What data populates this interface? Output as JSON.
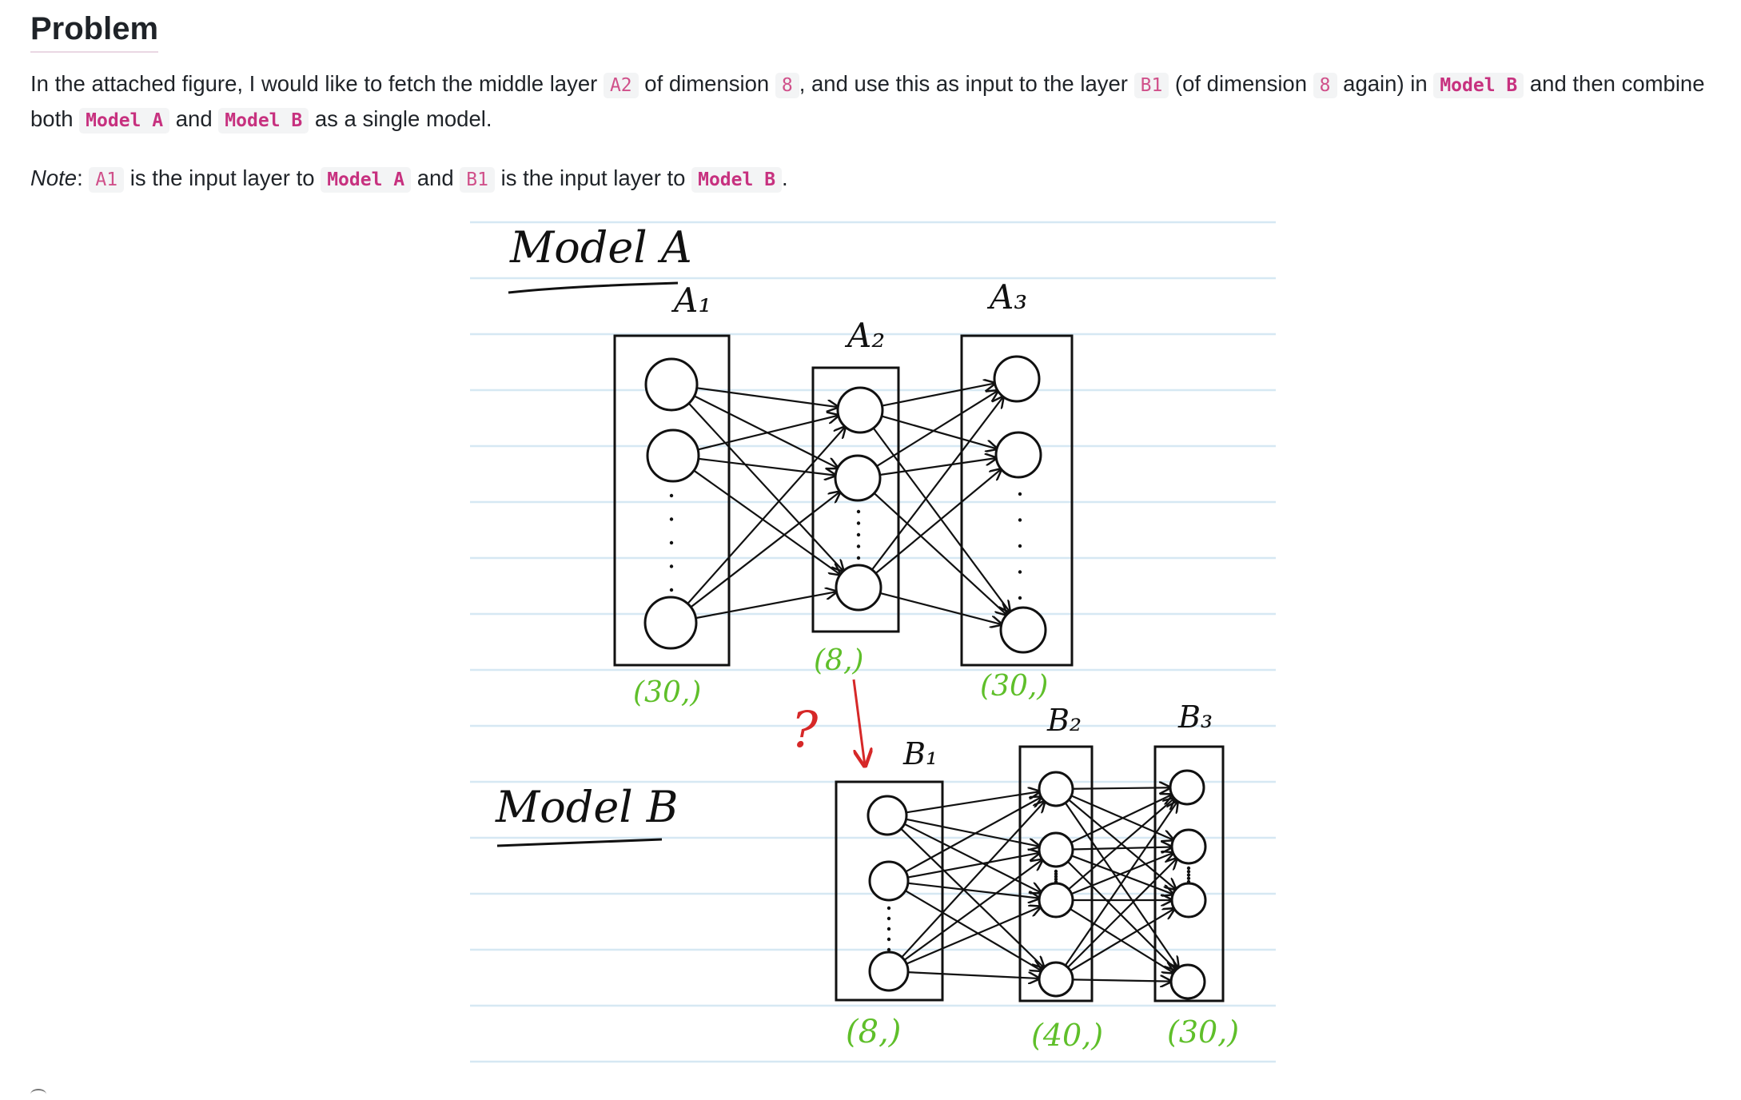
{
  "heading": "Problem",
  "paragraph1": {
    "t1": "In the attached figure, I would like to fetch the middle layer ",
    "c1": "A2",
    "t2": " of dimension ",
    "c2": "8",
    "t3": ", and use this as input to the layer ",
    "c3": "B1",
    "t4": " (of dimension ",
    "c4": "8",
    "t5": " again) in ",
    "c5": "Model B",
    "t6": " and then combine both ",
    "c6": "Model A",
    "t7": " and ",
    "c7": "Model B",
    "t8": " as a single model."
  },
  "paragraph2": {
    "note_label": "Note",
    "t1": ": ",
    "c1": "A1",
    "t2": " is the input layer to ",
    "c2": "Model A",
    "t3": " and ",
    "c3": "B1",
    "t4": " is the input layer to ",
    "c4": "Model B",
    "t5": "."
  },
  "figure": {
    "model_a_title": "Model A",
    "model_b_title": "Model B",
    "a1_label": "A₁",
    "a2_label": "A₂",
    "a3_label": "A₃",
    "b1_label": "B₁",
    "b2_label": "B₂",
    "b3_label": "B₃",
    "a1_dim": "(30,)",
    "a2_dim": "(8,)",
    "a3_dim": "(30,)",
    "b1_dim": "(8,)",
    "b2_dim": "(40,)",
    "b3_dim": "(30,)",
    "question_mark": "?",
    "dim_color": "#5fbf2a",
    "arrow_color": "#d62828",
    "line_color": "#d6e8f3"
  }
}
